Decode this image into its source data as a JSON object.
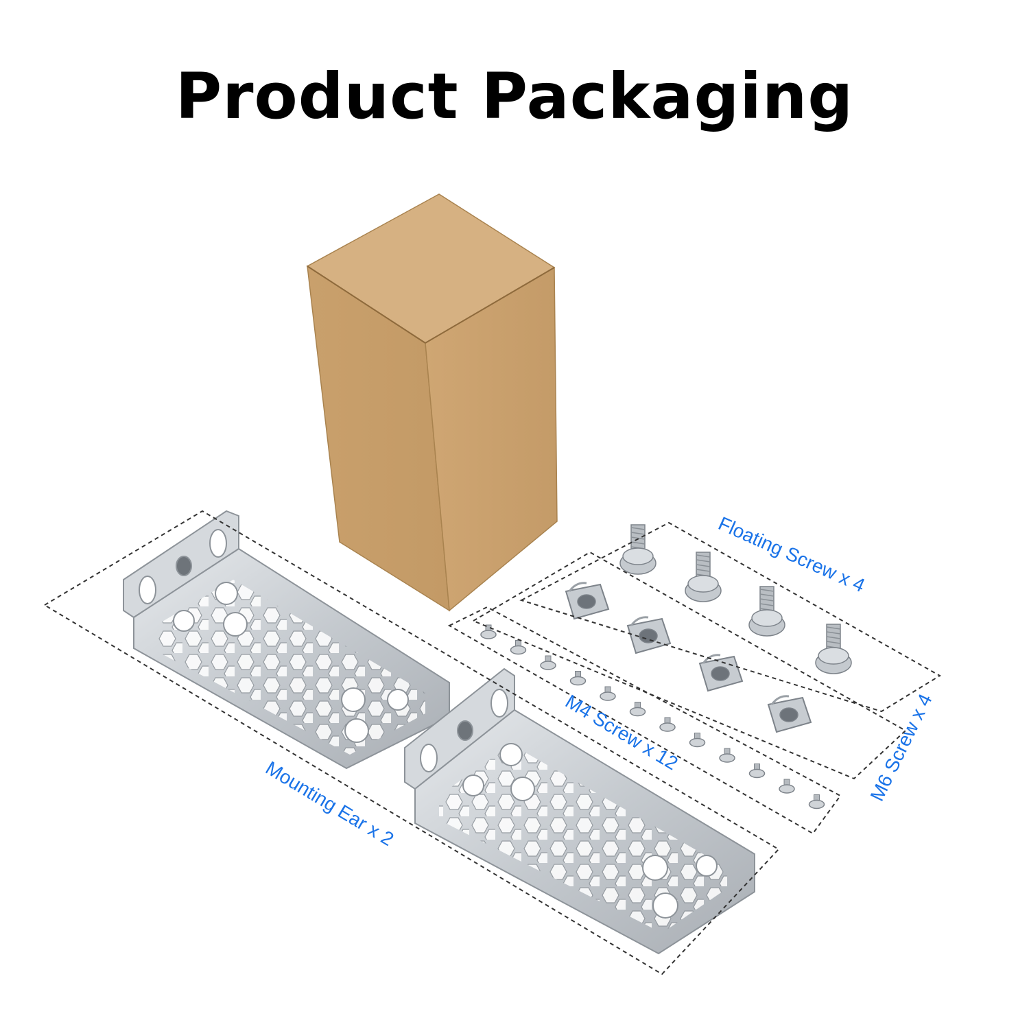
{
  "title": "Product Packaging",
  "colors": {
    "label_blue": "#1a73e8",
    "cardboard": "#c8a273",
    "cardboard_side": "#b88f5e",
    "cardboard_top": "#d9b888",
    "steel": "#c9cdd1",
    "steel_dark": "#9ea4aa",
    "dashed": "#333333"
  },
  "labels": {
    "mounting_ear": "Mounting Ear x 2",
    "m4_screw": "M4 Screw x 12",
    "m6_screw": "M6 Screw x 4",
    "floating_screw": "Floating Screw x 4"
  }
}
